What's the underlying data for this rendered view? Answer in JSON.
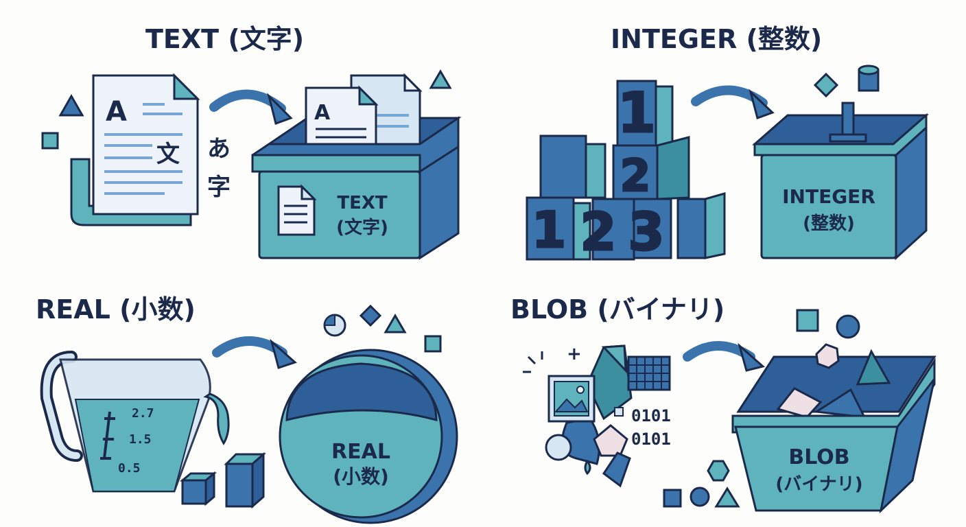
{
  "panels": {
    "text": {
      "title": "TEXT (文字)",
      "doc_letter": "A",
      "doc_kanji": "文",
      "side_chars": [
        "あ",
        "字"
      ],
      "box_label_1": "TEXT",
      "box_label_2": "(文字)"
    },
    "integer": {
      "title": "INTEGER (整数)",
      "digit_top": "1",
      "digit_mid": "2",
      "digits_row": [
        "1",
        "2",
        "3"
      ],
      "box_label_1": "INTEGER",
      "box_label_2": "(整数)"
    },
    "real": {
      "title": "REAL (小数)",
      "scale_marks": [
        "2.7",
        "1.5",
        "0.5"
      ],
      "ball_label_1": "REAL",
      "ball_label_2": "(小数)"
    },
    "blob": {
      "title": "BLOB (バイナリ)",
      "binary_lines": [
        "0101",
        "0101"
      ],
      "plus_sign": "+",
      "box_label_1": "BLOB",
      "box_label_2": "(バイナリ)"
    }
  },
  "colors": {
    "outline": "#1b2a4a",
    "blue": "#3b74ad",
    "teal": "#5fb3bd",
    "light": "#d6e6f2",
    "paper": "#eef3fa"
  }
}
